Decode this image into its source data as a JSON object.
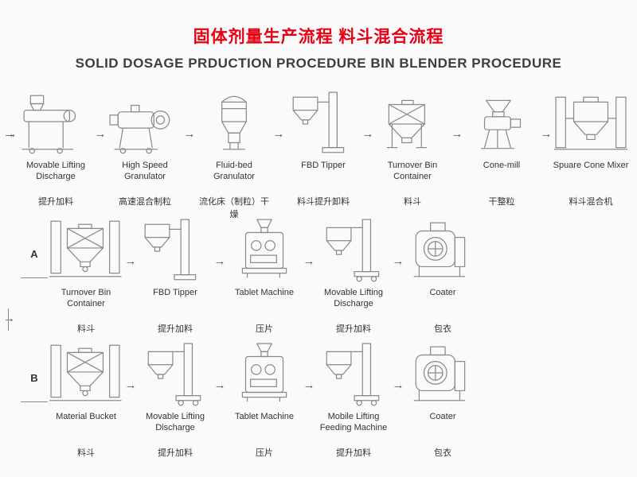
{
  "header": {
    "title_cn": "固体剂量生产流程 料斗混合流程",
    "title_en": "SOLID DOSAGE PRDUCTION PROCEDURE BIN BLENDER PROCEDURE"
  },
  "colors": {
    "title_red": "#e60012",
    "subtitle_gray": "#3d3d3d",
    "line_gray": "#8a8a8a",
    "label_dark": "#333333",
    "background": "#fafafa"
  },
  "arrows": {
    "flow_glyph": "→"
  },
  "rows": [
    {
      "branch": "",
      "items": [
        {
          "en": "Movable Lifting Discharge",
          "cn": "提升加料",
          "icon": "movable-lifting-discharge"
        },
        {
          "en": "High Speed Granulator",
          "cn": "高速混合制粒",
          "icon": "high-speed-granulator"
        },
        {
          "en": "Fluid-bed Granulator",
          "cn": "流化床（制粒）干燥",
          "icon": "fluid-bed-granulator"
        },
        {
          "en": "FBD Tipper",
          "cn": "料斗提升卸料",
          "icon": "fbd-tipper"
        },
        {
          "en": "Turnover Bin Container",
          "cn": "料斗",
          "icon": "turnover-bin-container"
        },
        {
          "en": "Cone-mill",
          "cn": "干整粒",
          "icon": "cone-mill"
        },
        {
          "en": "Spuare Cone Mixer",
          "cn": "料斗混合机",
          "icon": "square-cone-mixer"
        }
      ]
    },
    {
      "branch": "A",
      "items": [
        {
          "en": "Turnover Bin Container",
          "cn": "料斗",
          "icon": "turnover-bin-container-framed"
        },
        {
          "en": "FBD Tipper",
          "cn": "提升加料",
          "icon": "fbd-tipper"
        },
        {
          "en": "Tablet Machine",
          "cn": "压片",
          "icon": "tablet-machine"
        },
        {
          "en": "Movable Lifting Discharge",
          "cn": "提升加料",
          "icon": "movable-lifting-discharge-cart"
        },
        {
          "en": "Coater",
          "cn": "包衣",
          "icon": "coater"
        }
      ]
    },
    {
      "branch": "B",
      "items": [
        {
          "en": "Material Bucket",
          "cn": "料斗",
          "icon": "material-bucket"
        },
        {
          "en": "Movable Lifting Discharge",
          "cn": "提升加料",
          "icon": "movable-lifting-discharge-cart"
        },
        {
          "en": "Tablet Machine",
          "cn": "压片",
          "icon": "tablet-machine"
        },
        {
          "en": "Mobile Lifting Feeding Machine",
          "cn": "提升加料",
          "icon": "mobile-lifting-feeding-machine"
        },
        {
          "en": "Coater",
          "cn": "包衣",
          "icon": "coater"
        }
      ]
    }
  ]
}
